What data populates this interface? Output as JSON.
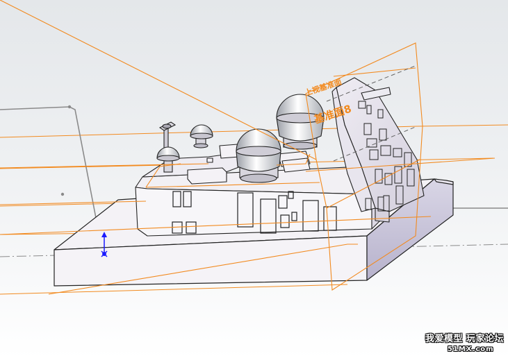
{
  "viewport": {
    "background_top": "#e4e7ea",
    "background_bottom": "#ffffff"
  },
  "model": {
    "sketch_plane_color": "#f28a1f",
    "sketch_line_color": "#8a8a8a",
    "axis_triad_color": "#1a1aff",
    "plane_text_front": "基准面8",
    "plane_text_side": "上视基准面"
  },
  "watermark": {
    "title": "我爱模型 玩家论坛",
    "url": "51MX.com"
  }
}
